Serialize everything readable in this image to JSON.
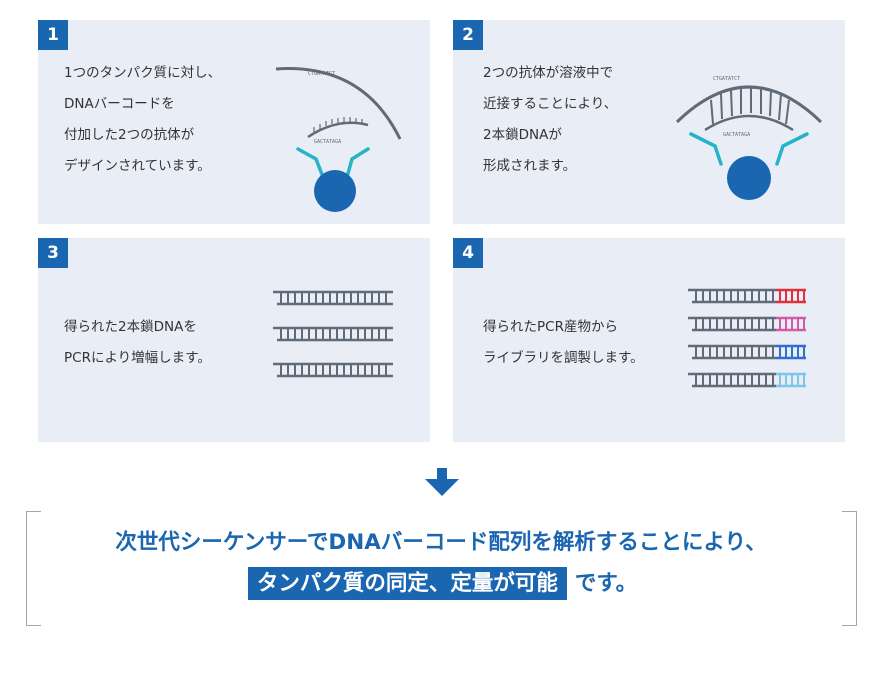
{
  "colors": {
    "primary_blue": "#1a66b0",
    "panel_bg": "#e9eef6",
    "strand_gray": "#5f6b78",
    "antibody_teal": "#26b3c9",
    "barcode_red": "#e0303c",
    "barcode_pink": "#d45aa5",
    "barcode_blue": "#2f6fd0",
    "barcode_lightblue": "#7ec6e8"
  },
  "steps": [
    {
      "number": "1",
      "lines": [
        "1つのタンパク質に対し、",
        "DNAバーコードを",
        "付加した2つの抗体が",
        "デザインされています。"
      ]
    },
    {
      "number": "2",
      "lines": [
        "2つの抗体が溶液中で",
        "近接することにより、",
        "2本鎖DNAが",
        "形成されます。"
      ]
    },
    {
      "number": "3",
      "lines": [
        "得られた2本鎖DNAを",
        "PCRにより増幅します。"
      ]
    },
    {
      "number": "4",
      "lines": [
        "得られたPCR産物から",
        "ライブラリを調製します。"
      ]
    }
  ],
  "strand_letters": {
    "upper": "CTGATATCT",
    "lower": "GACTATAGA"
  },
  "conclusion": {
    "line1": "次世代シーケンサーでDNAバーコード配列を解析することにより、",
    "highlight": "タンパク質の同定、定量が可能",
    "tail": "です。"
  },
  "icons": {
    "arrow": "arrow-down-icon",
    "protein": "protein-sphere-icon",
    "antibody": "antibody-icon",
    "dna": "double-strand-dna-icon"
  }
}
